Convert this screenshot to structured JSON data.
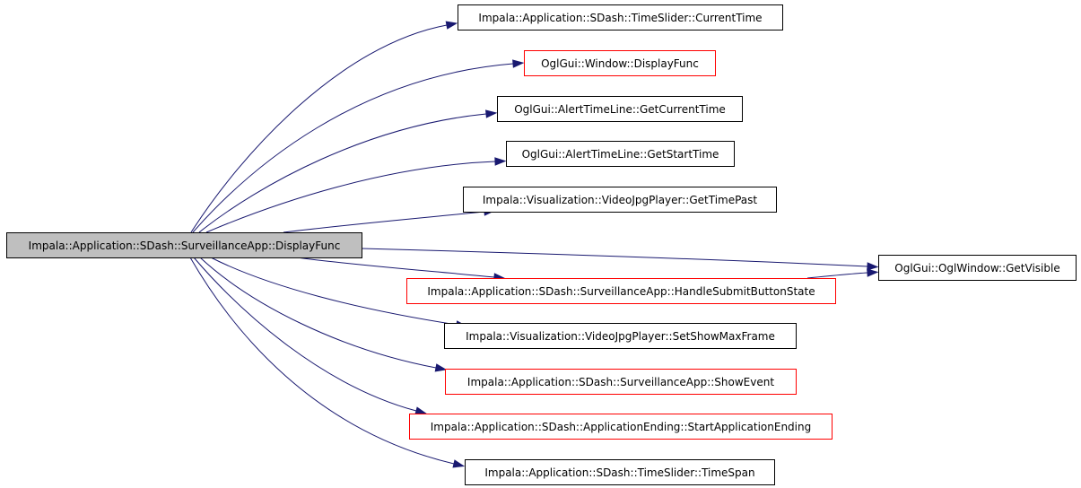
{
  "graph": {
    "colors": {
      "root_fill": "#bfbfbf",
      "node_fill": "#ffffff",
      "border_default": "#000000",
      "border_truncated": "#ff0000",
      "edge": "#191970"
    },
    "nodes": [
      {
        "id": "n-root",
        "label": "Impala::Application::SDash::SurveillanceApp::DisplayFunc",
        "style": "root"
      },
      {
        "id": "n-currenttime",
        "label": "Impala::Application::SDash::TimeSlider::CurrentTime",
        "style": "normal"
      },
      {
        "id": "n-window-displayfunc",
        "label": "OglGui::Window::DisplayFunc",
        "style": "truncated"
      },
      {
        "id": "n-getcurrenttime",
        "label": "OglGui::AlertTimeLine::GetCurrentTime",
        "style": "normal"
      },
      {
        "id": "n-getstarttime",
        "label": "OglGui::AlertTimeLine::GetStartTime",
        "style": "normal"
      },
      {
        "id": "n-gettimepast",
        "label": "Impala::Visualization::VideoJpgPlayer::GetTimePast",
        "style": "normal"
      },
      {
        "id": "n-getvisible",
        "label": "OglGui::OglWindow::GetVisible",
        "style": "normal"
      },
      {
        "id": "n-handlesubmit",
        "label": "Impala::Application::SDash::SurveillanceApp::HandleSubmitButtonState",
        "style": "truncated"
      },
      {
        "id": "n-setshowmaxframe",
        "label": "Impala::Visualization::VideoJpgPlayer::SetShowMaxFrame",
        "style": "normal"
      },
      {
        "id": "n-showevent",
        "label": "Impala::Application::SDash::SurveillanceApp::ShowEvent",
        "style": "truncated"
      },
      {
        "id": "n-startappending",
        "label": "Impala::Application::SDash::ApplicationEnding::StartApplicationEnding",
        "style": "truncated"
      },
      {
        "id": "n-timespan",
        "label": "Impala::Application::SDash::TimeSlider::TimeSpan",
        "style": "normal"
      }
    ],
    "edges": [
      {
        "from": "n-root",
        "to": "n-currenttime"
      },
      {
        "from": "n-root",
        "to": "n-window-displayfunc"
      },
      {
        "from": "n-root",
        "to": "n-getcurrenttime"
      },
      {
        "from": "n-root",
        "to": "n-getstarttime"
      },
      {
        "from": "n-root",
        "to": "n-gettimepast"
      },
      {
        "from": "n-root",
        "to": "n-getvisible"
      },
      {
        "from": "n-root",
        "to": "n-handlesubmit"
      },
      {
        "from": "n-root",
        "to": "n-setshowmaxframe"
      },
      {
        "from": "n-root",
        "to": "n-showevent"
      },
      {
        "from": "n-root",
        "to": "n-startappending"
      },
      {
        "from": "n-root",
        "to": "n-timespan"
      },
      {
        "from": "n-handlesubmit",
        "to": "n-getvisible"
      }
    ]
  }
}
